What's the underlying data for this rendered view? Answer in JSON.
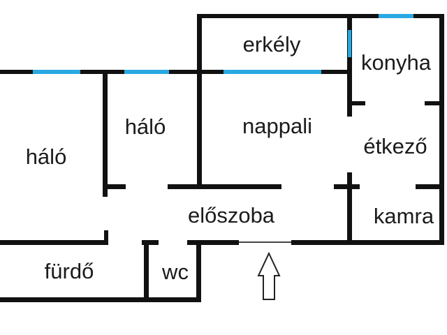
{
  "rooms": {
    "balcony": {
      "label": "erkély"
    },
    "kitchen": {
      "label": "konyha"
    },
    "bedroom_left": {
      "label": "háló"
    },
    "bedroom_middle": {
      "label": "háló"
    },
    "living_room": {
      "label": "nappali"
    },
    "dining_room": {
      "label": "étkező"
    },
    "hallway": {
      "label": "előszoba"
    },
    "pantry": {
      "label": "kamra"
    },
    "bathroom": {
      "label": "fürdő"
    },
    "toilet": {
      "label": "wc"
    }
  },
  "colors": {
    "wall": "#111111",
    "window": "#29a8e1",
    "background": "#ffffff",
    "text": "#1b1b1b"
  },
  "entrance_arrow": {
    "direction": "up"
  }
}
